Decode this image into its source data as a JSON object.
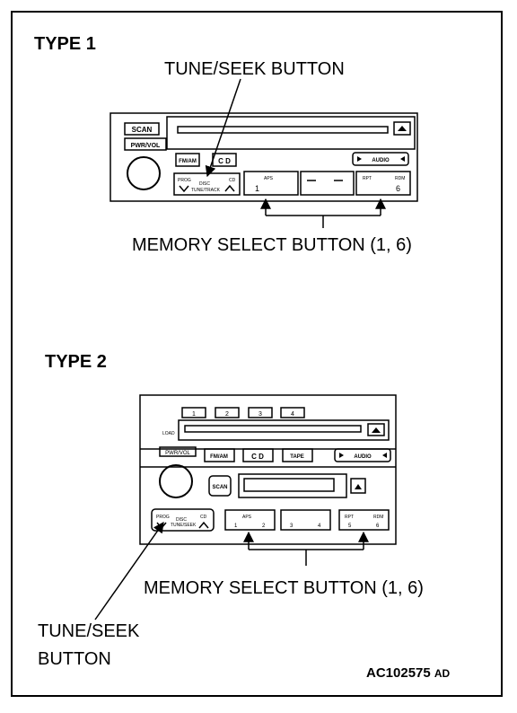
{
  "type1": {
    "title": "TYPE 1",
    "tune_seek_label": "TUNE/SEEK BUTTON",
    "memory_label": "MEMORY SELECT BUTTON (1, 6)",
    "buttons": {
      "scan": "SCAN",
      "pwr_vol": "PWR/VOL",
      "fm_am": "FM/AM",
      "cd": "C D",
      "audio": "AUDIO",
      "prog": "PROG",
      "disc": "DISC",
      "cd_small": "CD",
      "tune_track": "TUNE/TRACK",
      "rpt": "RPT",
      "rdm": "RDM",
      "aps": "APS",
      "preset_1": "1",
      "preset_6": "6"
    }
  },
  "type2": {
    "title": "TYPE 2",
    "tune_seek_label_line1": "TUNE/SEEK",
    "tune_seek_label_line2": "BUTTON",
    "memory_label": "MEMORY SELECT BUTTON (1, 6)",
    "buttons": {
      "disc_1": "1",
      "disc_2": "2",
      "disc_3": "3",
      "disc_4": "4",
      "load": "LOAD",
      "pwr_vol": "PWR/VOL",
      "fm_am": "FM/AM",
      "cd": "C D",
      "tape": "TAPE",
      "audio": "AUDIO",
      "scan": "SCAN",
      "prog": "PROG",
      "disc": "DISC",
      "cd_small": "CD",
      "tune_seek": "TUNE/SEEK",
      "aps": "APS",
      "rpt": "RPT",
      "rdm": "RDM",
      "preset_1": "1",
      "preset_2": "2",
      "preset_3": "3",
      "preset_4": "4",
      "preset_5": "5",
      "preset_6": "6"
    }
  },
  "figure_id": "AC102575",
  "figure_suffix": "AD"
}
